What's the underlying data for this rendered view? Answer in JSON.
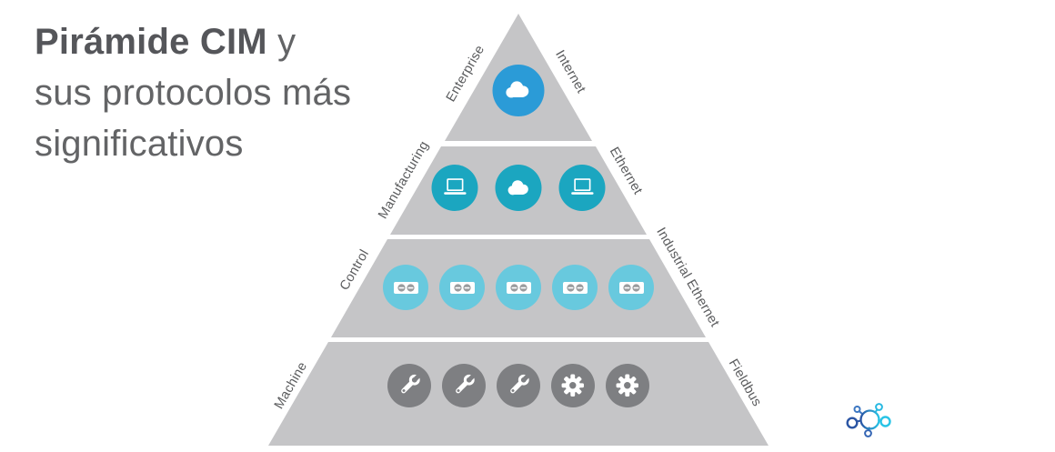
{
  "title": {
    "bold": "Pirámide CIM",
    "suffix": " y",
    "line2": "sus protocolos más",
    "line3": "significativos"
  },
  "pyramid": {
    "body_color": "#c5c5c7",
    "levels": [
      {
        "id": "enterprise",
        "left_label": "Enterprise",
        "right_label": "Internet",
        "icons": [
          "cloud"
        ],
        "icon_circle_color": "#2b9bd7"
      },
      {
        "id": "manufacturing",
        "left_label": "Manufacturing",
        "right_label": "Ethernet",
        "icons": [
          "laptop",
          "cloud",
          "laptop"
        ],
        "icon_circle_color": "#1ba6c0"
      },
      {
        "id": "control",
        "left_label": "Control",
        "right_label": "Industrial Ethernet",
        "icons": [
          "socket",
          "socket",
          "socket",
          "socket",
          "socket"
        ],
        "icon_circle_color": "#68c9de"
      },
      {
        "id": "machine",
        "left_label": "Machine",
        "right_label": "Fieldbus",
        "icons": [
          "wrench",
          "wrench",
          "wrench",
          "gear",
          "gear"
        ],
        "icon_circle_color": "#7e7f82"
      }
    ]
  },
  "colors": {
    "background": "#ffffff",
    "title_bold": "#55565a",
    "title_light": "#636466",
    "label_text": "#5a5b5d",
    "icon_glyph": "#ffffff",
    "socket_hole": "#999b9d"
  },
  "logo": {
    "name": "network-nodes-logo",
    "colors": [
      "#2b55a4",
      "#3c77c2",
      "#3465b4",
      "#27b9e2",
      "#29c4e6"
    ]
  }
}
